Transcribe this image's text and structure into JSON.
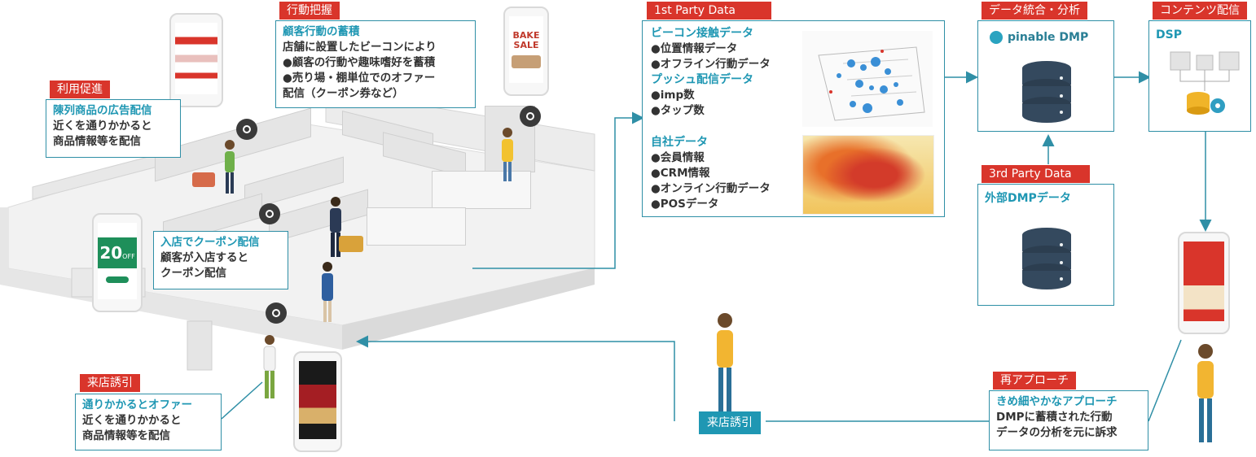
{
  "store": {
    "kodo": {
      "tag": "行動把握",
      "title": "顧客行動の蓄積",
      "lines": [
        "店舗に設置したビーコンにより",
        "●顧客の行動や趣味嗜好を蓄積",
        "●売り場・棚単位でのオファー",
        "配信（クーポン券など）"
      ]
    },
    "riyo": {
      "tag": "利用促進",
      "title": "陳列商品の広告配信",
      "lines": [
        "近くを通りかかると",
        "商品情報等を配信"
      ]
    },
    "nyuten": {
      "title": "入店でクーポン配信",
      "lines": [
        "顧客が入店すると",
        "クーポン配信"
      ]
    },
    "raiten": {
      "tag": "来店誘引",
      "title": "通りかかるとオファー",
      "lines": [
        "近くを通りかかると",
        "商品情報等を配信"
      ]
    },
    "phone_bake": [
      "BAKE",
      "SALE"
    ],
    "phone_coupon": {
      "value": "20",
      "suffix": "OFF"
    }
  },
  "first_party": {
    "tag": "1st Party Data",
    "beacon_title": "ビーコン接触データ",
    "beacon_items": [
      "●位置情報データ",
      "●オフライン行動データ"
    ],
    "push_title": "プッシュ配信データ",
    "push_items": [
      "●imp数",
      "●タップ数"
    ],
    "own_title": "自社データ",
    "own_items": [
      "●会員情報",
      "●CRM情報",
      "●オンライン行動データ",
      "●POSデータ"
    ]
  },
  "integration": {
    "tag": "データ統合・分析",
    "logo": "pinable DMP"
  },
  "third_party": {
    "tag": "3rd Party Data",
    "title": "外部DMPデータ"
  },
  "content": {
    "tag": "コンテンツ配信",
    "title": "DSP"
  },
  "reapproach": {
    "tag": "再アプローチ",
    "title": "きめ細やかなアプローチ",
    "lines": [
      "DMPに蓄積された行動",
      "データの分析を元に訴求"
    ]
  },
  "raiten_center": {
    "label": "来店誘引"
  },
  "colors": {
    "accent": "#1f97b3",
    "tag_red": "#d9352b",
    "db_dark": "#34495e"
  }
}
